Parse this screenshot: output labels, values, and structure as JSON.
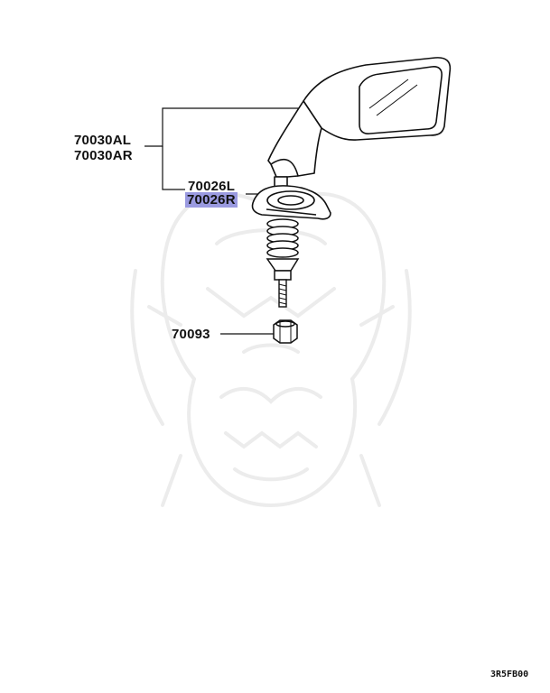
{
  "parts": {
    "mirror_left": "70030AL",
    "mirror_right": "70030AR",
    "base_left": "70026L",
    "base_right": "70026R",
    "nut": "70093"
  },
  "diagram_code": "3R5FB00",
  "highlight_color": "#9a9ae0"
}
